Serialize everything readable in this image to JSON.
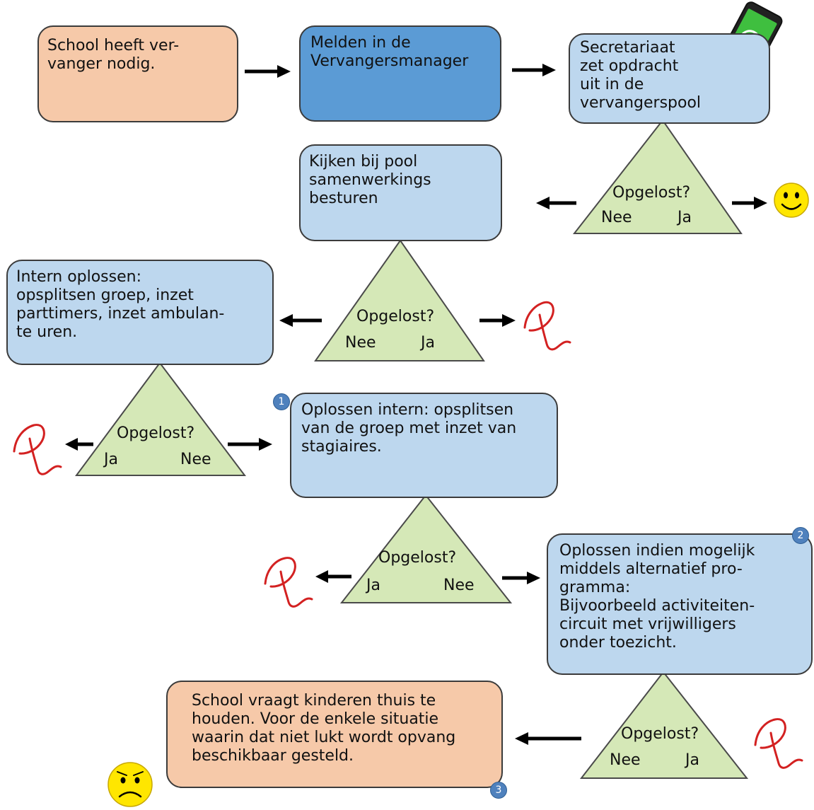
{
  "boxes": {
    "school_needs": "School heeft ver-\nvanger nodig.",
    "report_manager": "Melden in de\nVervangersmanager",
    "secretariat": "Secretariaat\nzet opdracht\nuit in de\nvervangerspool",
    "pool_boards": "Kijken bij pool\nsamenwerkings\nbesturen",
    "intern_solve": "Intern oplossen:\nopsplitsen groep, inzet\nparttimers,  inzet ambulan-\nte uren.",
    "intern_interns": "Oplossen intern: opsplitsen\nvan de groep met inzet van\nstagiaires.",
    "alternative": "Oplossen indien mogelijk\nmiddels alternatief pro-\ngramma:\nBijvoorbeeld activiteiten-\ncircuit met vrijwilligers\nonder toezicht.",
    "home": "School vraagt kinderen thuis te\nhouden. Voor de enkele situatie\nwaarin dat niet lukt wordt opvang\nbeschikbaar gesteld."
  },
  "decisions": {
    "question": "Opgelost?",
    "no": "Nee",
    "yes": "Ja"
  },
  "badges": {
    "one": "1",
    "two": "2",
    "three": "3"
  },
  "colors": {
    "peach": "#f6c9a9",
    "blue_dark": "#5b9bd5",
    "blue_light": "#bdd7ee",
    "triangle": "#d5e8b7",
    "signature": "#d32121",
    "smiley": "#ffe600"
  }
}
